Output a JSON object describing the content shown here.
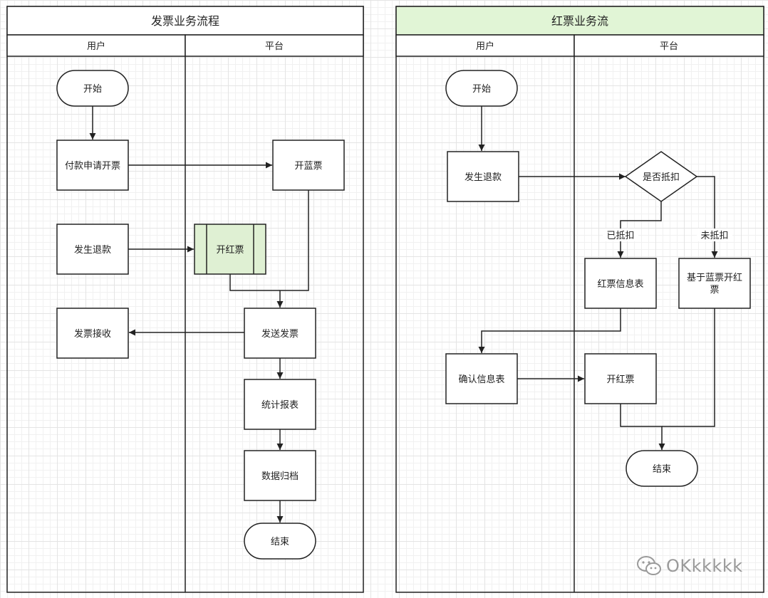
{
  "pools": [
    {
      "title": "发票业务流程",
      "lanes": [
        "用户",
        "平台"
      ],
      "nodes": {
        "start": "开始",
        "pay_request": "付款申请开票",
        "issue_blue": "开蓝票",
        "refund": "发生退款",
        "issue_red": "开红票",
        "receive": "发票接收",
        "send": "发送发票",
        "report": "统计报表",
        "archive": "数据归档",
        "end": "结束"
      }
    },
    {
      "title": "红票业务流",
      "lanes": [
        "用户",
        "平台"
      ],
      "nodes": {
        "start": "开始",
        "refund": "发生退款",
        "decision": "是否抵扣",
        "edge_yes": "已抵扣",
        "edge_no": "未抵扣",
        "red_info": "红票信息表",
        "blue_based_line1": "基于蓝票开红",
        "blue_based_line2": "票",
        "confirm": "确认信息表",
        "issue_red": "开红票",
        "end": "结束"
      }
    }
  ],
  "watermark": "OKkkkkk",
  "colors": {
    "stroke": "#222222",
    "header_white": "#ffffff",
    "header_green": "#e1f5d6",
    "highlight_fill": "#dff0d3"
  }
}
